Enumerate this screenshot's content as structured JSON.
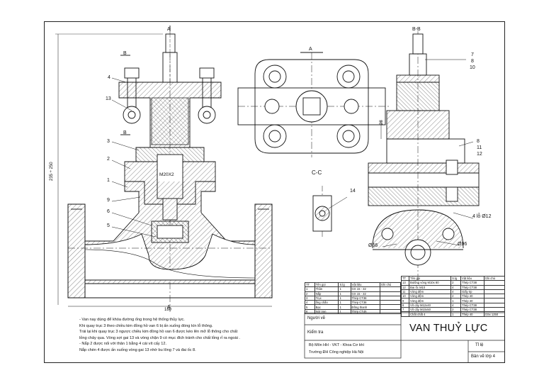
{
  "title_block": {
    "title": "VAN THUỶ LỰC",
    "drawn_by_label": "Người vẽ",
    "checked_by_label": "Kiểm tra",
    "org_line1": "Bộ Môn HH - VKT - Khoa Cơ khí",
    "org_line2": "Trường ĐH Công nghiệp Hà Nội",
    "scale_label": "Tỉ lệ",
    "sheet_label": "Bản vẽ lớp 4"
  },
  "bom_left": {
    "headers": [
      "TT",
      "Tên gọi",
      "S.lg",
      "Vật liệu",
      "Ghi chú"
    ],
    "rows": [
      [
        "1",
        "Thân",
        "1",
        "GX 15 - 32",
        ""
      ],
      [
        "2",
        "Nắp",
        "1",
        "GX 15 - 32",
        ""
      ],
      [
        "3",
        "Trục",
        "1",
        "Thép CT38",
        ""
      ],
      [
        "4",
        "ống chắn",
        "1",
        "Thép CT38",
        ""
      ],
      [
        "5",
        "Bạc",
        "1",
        "Đồng thanh",
        ""
      ],
      [
        "6",
        "Nút Van",
        "1",
        "Thép CT45",
        ""
      ]
    ]
  },
  "bom_right": {
    "headers": [
      "TT",
      "Tên gọi",
      "S.lg",
      "Vật liệu",
      "Ghi chú"
    ],
    "rows": [
      [
        "13",
        "Bulông vòng M10x 80",
        "2",
        "Thép CT38",
        ""
      ],
      [
        "12",
        "Đai ốc M10",
        "4",
        "Thép CT38",
        ""
      ],
      [
        "11",
        "Vòng đệm",
        "4",
        "Giấy ép",
        ""
      ],
      [
        "10",
        "Vòng đệm",
        "2",
        "Thép 40",
        ""
      ],
      [
        "9",
        "Vòng đệm",
        "1",
        "Thép 40",
        ""
      ],
      [
        "8",
        "Vít cấy M12x40",
        "4",
        "Thép CT38",
        ""
      ],
      [
        "7",
        "Vít cấy M10x50",
        "2",
        "Thép CT38",
        ""
      ],
      [
        "",
        "Chất chất 4",
        "1",
        "Thép 40",
        "GSx 1250"
      ]
    ]
  },
  "notes": [
    "- Van nay dùng để khóa đường ống trong hệ thống thủy lực.",
    "  Khi quay trục 3 theo chiều kim đồng hồ van 6 bị ấn xuống đóng kín lỗ thông.",
    "  Trái lại khi quay trục 3 ngược chiều kim đồng hồ  van 6 được kéo lên mở lỗ thông cho chất",
    "lỏng chảy qua. Vòng sợi gai 13 và vòng chặn 9 có mục đích tránh cho chất lỏng rỉ ra ngoài .",
    "  - Nắp 2 được nối với thân 1 bằng 4 cái vít cấy 12.",
    "Nắp chèn 4 được ấn xuống vòng gai 13 nhờ bu lông 7 và đai ốc 8."
  ],
  "labels": {
    "sec_a_top": "A",
    "sec_a_bottom": "A",
    "sec_a_plan": "A",
    "sec_bb": "B-B",
    "sec_cc": "C-C",
    "b_top": "B",
    "b_mid": "B",
    "thread": "M20X2",
    "dim_height": "235 ÷ 250",
    "dim_width": "180",
    "dim_28": "28",
    "dim_dia66": "Ø66",
    "dim_dia96": "Ø96",
    "holes": "4 lỗ Ø12",
    "balloon_1": "1",
    "balloon_2": "2",
    "balloon_3": "3",
    "balloon_4": "4",
    "balloon_5": "5",
    "balloon_6": "6",
    "balloon_7": "7",
    "balloon_8": "8",
    "balloon_8b": "8",
    "balloon_9": "9",
    "balloon_10": "10",
    "balloon_11": "11",
    "balloon_12": "12",
    "balloon_13": "13",
    "balloon_14": "14"
  }
}
